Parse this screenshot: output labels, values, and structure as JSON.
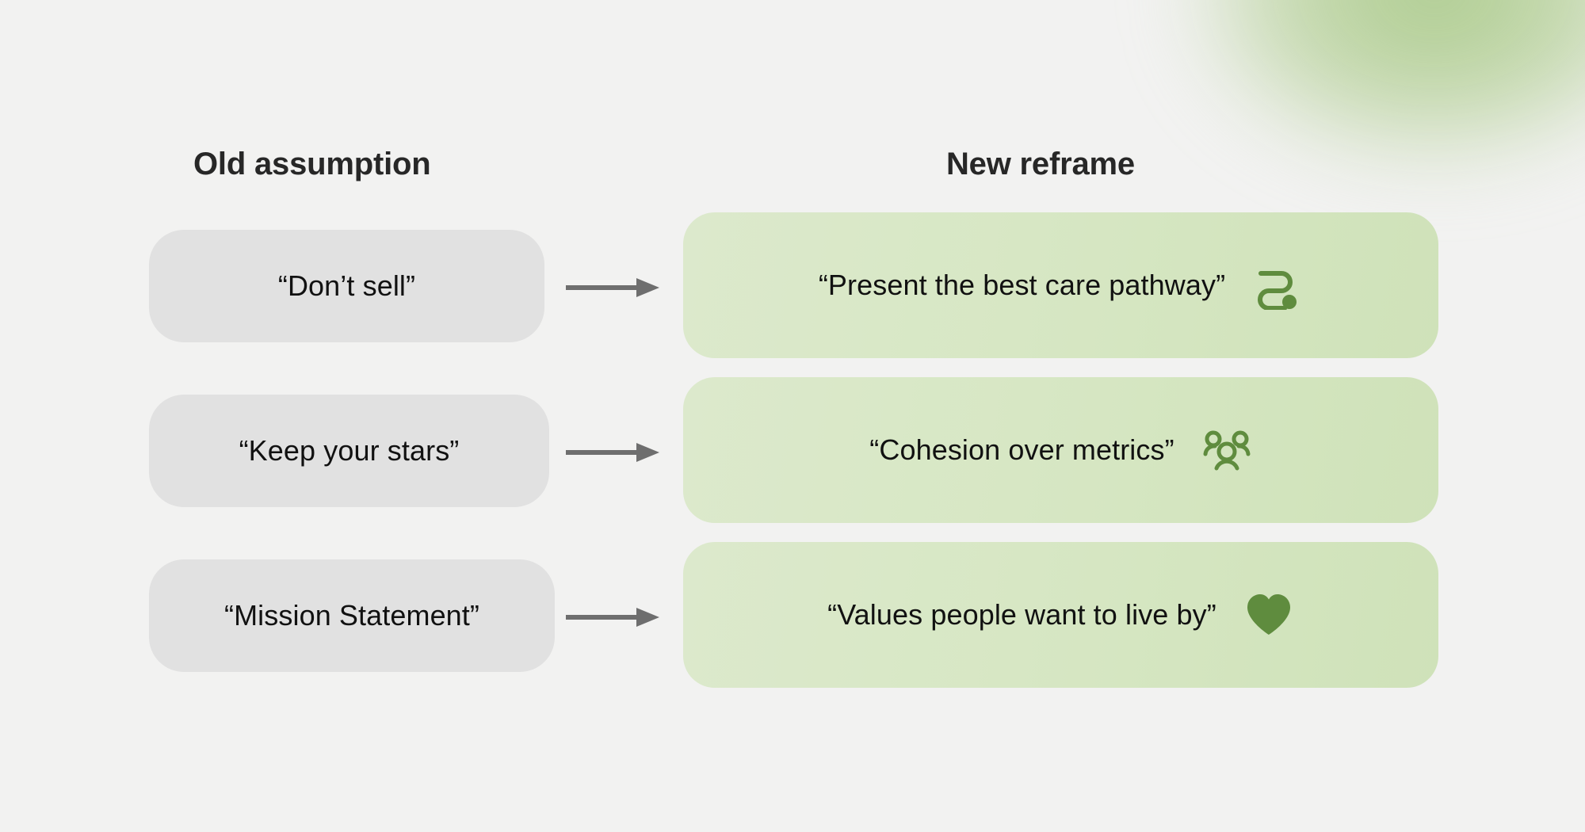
{
  "canvas": {
    "background_color": "#f2f2f1",
    "accent_green": "#5f8c3e",
    "pill_old_color": "#e1e1e1",
    "pill_new_color": "#d7e7c4",
    "arrow_color": "#6e6e6e",
    "decoration": "green-blur-blob-top-right"
  },
  "headings": {
    "left": "Old assumption",
    "right": "New reframe"
  },
  "rows": [
    {
      "old": "“Don’t sell”",
      "new": "“Present the best care pathway”",
      "icon": "winding-path-icon",
      "arrow": "arrow-right-icon"
    },
    {
      "old": "“Keep your stars”",
      "new": "“Cohesion over metrics”",
      "icon": "users-group-icon",
      "arrow": "arrow-right-icon"
    },
    {
      "old": "“Mission Statement”",
      "new": "“Values people want to live by”",
      "icon": "heart-filled-icon",
      "arrow": "arrow-right-icon"
    }
  ]
}
